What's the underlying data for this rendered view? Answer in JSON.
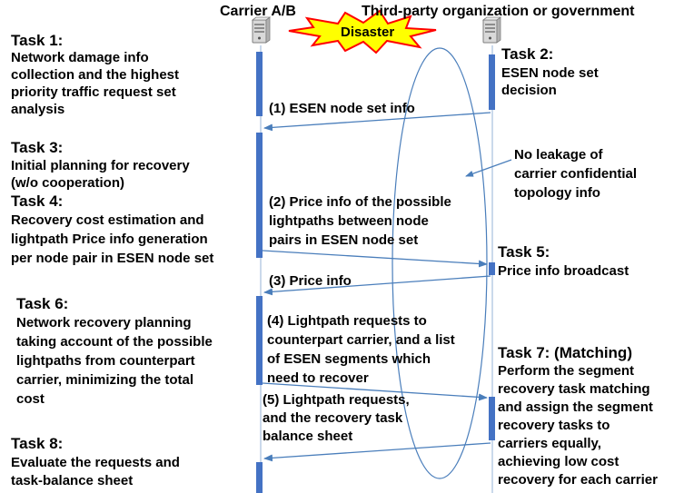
{
  "headers": {
    "left_actor": "Carrier A/B",
    "right_actor": "Third-party organization or government",
    "disaster": "Disaster"
  },
  "tasks": {
    "task1": {
      "title": "Task 1:",
      "lines": [
        "Network damage info",
        "collection and the highest",
        "priority traffic request set",
        "analysis"
      ]
    },
    "task2": {
      "title": "Task 2:",
      "lines": [
        "ESEN node set",
        "decision"
      ]
    },
    "task3": {
      "title": "Task 3:",
      "lines": [
        "Initial planning for recovery",
        "(w/o cooperation)"
      ]
    },
    "task4": {
      "title": "Task 4:",
      "lines": [
        "Recovery cost estimation and",
        "lightpath Price info generation",
        "per node pair in ESEN node set"
      ]
    },
    "task5": {
      "title": "Task 5:",
      "lines": [
        "Price info broadcast"
      ]
    },
    "task6": {
      "title": "Task 6:",
      "lines": [
        "Network recovery planning",
        "taking account of the possible",
        "lightpaths from counterpart",
        "carrier, minimizing the total",
        "cost"
      ]
    },
    "task7": {
      "title": "Task 7: (Matching)",
      "lines": [
        "Perform the segment",
        "recovery task matching",
        "and assign the segment",
        "recovery tasks to",
        "carriers equally,",
        "achieving low cost",
        "recovery for each carrier"
      ]
    },
    "task8": {
      "title": "Task 8:",
      "lines": [
        "Evaluate the requests and",
        "task-balance sheet"
      ]
    }
  },
  "messages": {
    "m1": [
      "(1) ESEN node set info"
    ],
    "m2": [
      "(2) Price info of the possible",
      "lightpaths between node",
      "pairs in ESEN node set"
    ],
    "m3": [
      "(3) Price info"
    ],
    "m4": [
      "(4) Lightpath requests to",
      "counterpart carrier, and a list",
      "of ESEN segments which",
      "need to recover"
    ],
    "m5": [
      "(5) Lightpath requests,",
      "and the recovery task",
      "balance sheet"
    ]
  },
  "annotation": [
    "No leakage of",
    "carrier confidential",
    "topology info"
  ],
  "colors": {
    "activation_bar": "#4472c4",
    "arrow": "#4a7ebb",
    "lifeline": "#95b3d7",
    "burst_fill": "#ffff00",
    "burst_stroke": "#ff0000"
  },
  "icons": {
    "left_actor_icon": "server-icon",
    "right_actor_icon": "server-icon",
    "disaster_icon": "explosion-burst-icon"
  }
}
